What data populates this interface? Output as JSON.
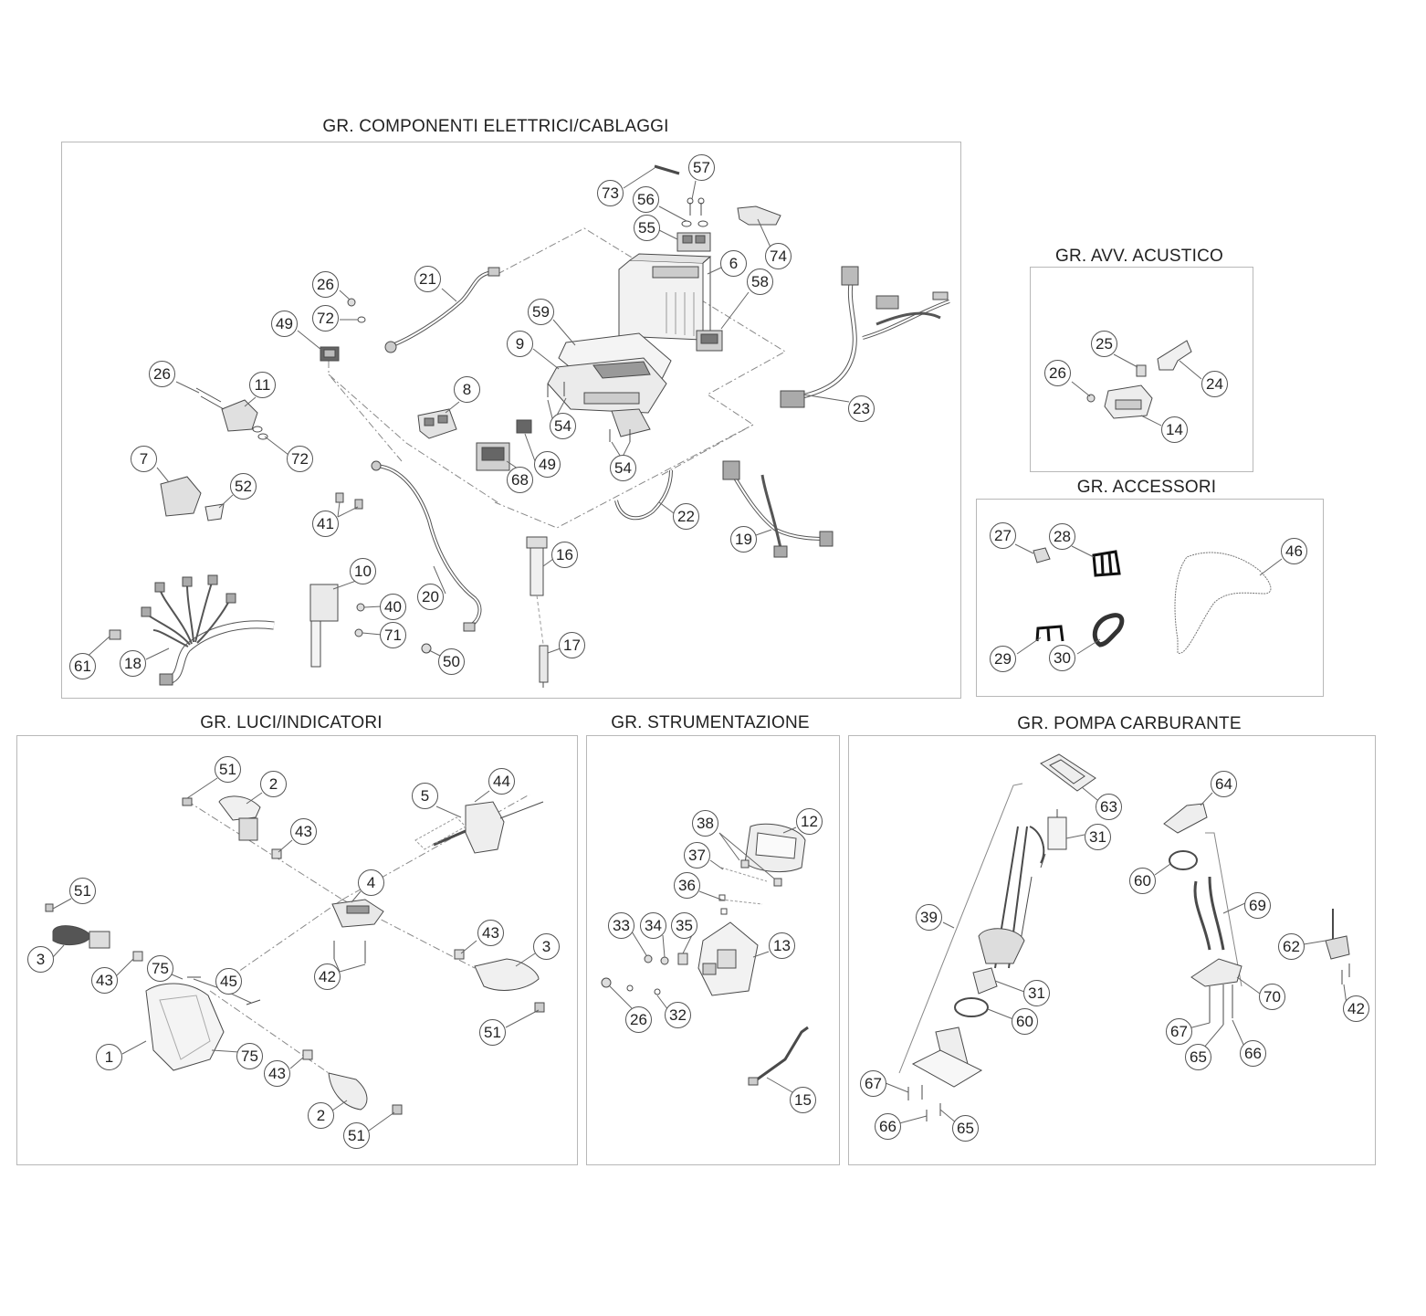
{
  "groups": {
    "elettrici": {
      "title": "GR. COMPONENTI ELETTRICI/CABLAGGI"
    },
    "acustico": {
      "title": "GR. AVV. ACUSTICO"
    },
    "accessori": {
      "title": "GR. ACCESSORI"
    },
    "luci": {
      "title": "GR. LUCI/INDICATORI"
    },
    "strumentazione": {
      "title": "GR. STRUMENTAZIONE"
    },
    "pompa": {
      "title": "GR. POMPA CARBURANTE"
    }
  },
  "callouts": {
    "c73": "73",
    "c57": "57",
    "c56": "56",
    "c55": "55",
    "c74": "74",
    "c6": "6",
    "c58": "58",
    "c21": "21",
    "c26a": "26",
    "c72a": "72",
    "c49a": "49",
    "c59": "59",
    "c9": "9",
    "c23": "23",
    "c26b": "26",
    "c11": "11",
    "c72b": "72",
    "c8": "8",
    "c54a": "54",
    "c49b": "49",
    "c68": "68",
    "c54b": "54",
    "c7": "7",
    "c52": "52",
    "c41": "41",
    "c22": "22",
    "c19": "19",
    "c16": "16",
    "c10": "10",
    "c40": "40",
    "c20": "20",
    "c71": "71",
    "c61": "61",
    "c18": "18",
    "c50": "50",
    "c17": "17",
    "c25": "25",
    "c24": "24",
    "c26c": "26",
    "c14": "14",
    "c27": "27",
    "c28": "28",
    "c46": "46",
    "c29": "29",
    "c30": "30",
    "c51a": "51",
    "c2a": "2",
    "c43a": "43",
    "c44": "44",
    "c5": "5",
    "c4": "4",
    "c51b": "51",
    "c3a": "3",
    "c43b": "43",
    "c75a": "75",
    "c45": "45",
    "c42a": "42",
    "c43c": "43",
    "c3b": "3",
    "c51c": "51",
    "c1": "1",
    "c75b": "75",
    "c43d": "43",
    "c2b": "2",
    "c51d": "51",
    "c38": "38",
    "c12": "12",
    "c37": "37",
    "c36": "36",
    "c33": "33",
    "c34": "34",
    "c35": "35",
    "c13": "13",
    "c26d": "26",
    "c32": "32",
    "c15": "15",
    "c63": "63",
    "c64": "64",
    "c31a": "31",
    "c60a": "60",
    "c69": "69",
    "c39": "39",
    "c62": "62",
    "c31b": "31",
    "c70": "70",
    "c42b": "42",
    "c60b": "60",
    "c67a": "67",
    "c65a": "65",
    "c66a": "66",
    "c67b": "67",
    "c66b": "66",
    "c65b": "65"
  }
}
